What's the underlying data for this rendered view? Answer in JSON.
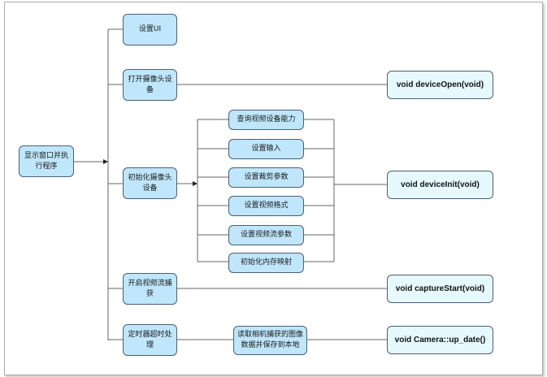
{
  "root": {
    "label": "显示窗口并执行程序"
  },
  "level1": [
    {
      "label": "设置UI"
    },
    {
      "label": "打开摄像头设备"
    },
    {
      "label": "初始化摄像头设备"
    },
    {
      "label": "开启视频流捕获"
    },
    {
      "label": "定时器超时处理"
    }
  ],
  "init_steps": [
    {
      "label": "查询视频设备能力"
    },
    {
      "label": "设置输入"
    },
    {
      "label": "设置裁剪参数"
    },
    {
      "label": "设置视频格式"
    },
    {
      "label": "设置视频流参数"
    },
    {
      "label": "初始化内存映射"
    }
  ],
  "timer_step": {
    "label": "读取相机捕获的图像数据并保存到本地"
  },
  "functions": [
    {
      "label": "void deviceOpen(void)"
    },
    {
      "label": "void deviceInit(void)"
    },
    {
      "label": "void captureStart(void)"
    },
    {
      "label": "void Camera::up_date()"
    }
  ],
  "colors": {
    "node_fill": "#bfe6fb",
    "function_fill": "#e6f9fe",
    "border": "#4d5f73",
    "line": "#555555"
  }
}
